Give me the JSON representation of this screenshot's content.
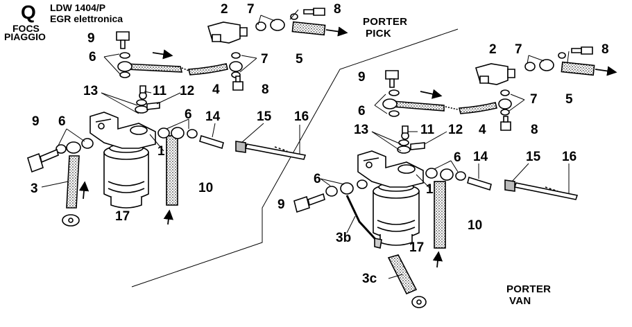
{
  "header": {
    "section_letter": "Q",
    "model": "LDW 1404/P",
    "variant": "EGR elettronica",
    "brand_line1": "FOCS",
    "brand_line2": "PIAGGIO"
  },
  "variants": {
    "pick_line1": "PORTER",
    "pick_line2": "PICK",
    "van_line1": "PORTER",
    "van_line2": "VAN"
  },
  "callouts": {
    "pick": {
      "n1": "1",
      "n2": "2",
      "n3": "3",
      "n4": "4",
      "n5": "5",
      "n6a": "6",
      "n6b": "6",
      "n6c": "6",
      "n7a": "7",
      "n7b": "7",
      "n8a": "8",
      "n8b": "8",
      "n9a": "9",
      "n9b": "9",
      "n10": "10",
      "n11": "11",
      "n12": "12",
      "n13": "13",
      "n14": "14",
      "n15": "15",
      "n16": "16",
      "n17": "17"
    },
    "van": {
      "n1": "1",
      "n2": "2",
      "n3b": "3b",
      "n3c": "3c",
      "n4": "4",
      "n5": "5",
      "n6a": "6",
      "n6b": "6",
      "n6c": "6",
      "n7a": "7",
      "n7b": "7",
      "n8a": "8",
      "n8b": "8",
      "n9a": "9",
      "n9b": "9",
      "n10": "10",
      "n11": "11",
      "n12": "12",
      "n13": "13",
      "n14": "14",
      "n15": "15",
      "n16": "16",
      "n17": "17"
    }
  }
}
